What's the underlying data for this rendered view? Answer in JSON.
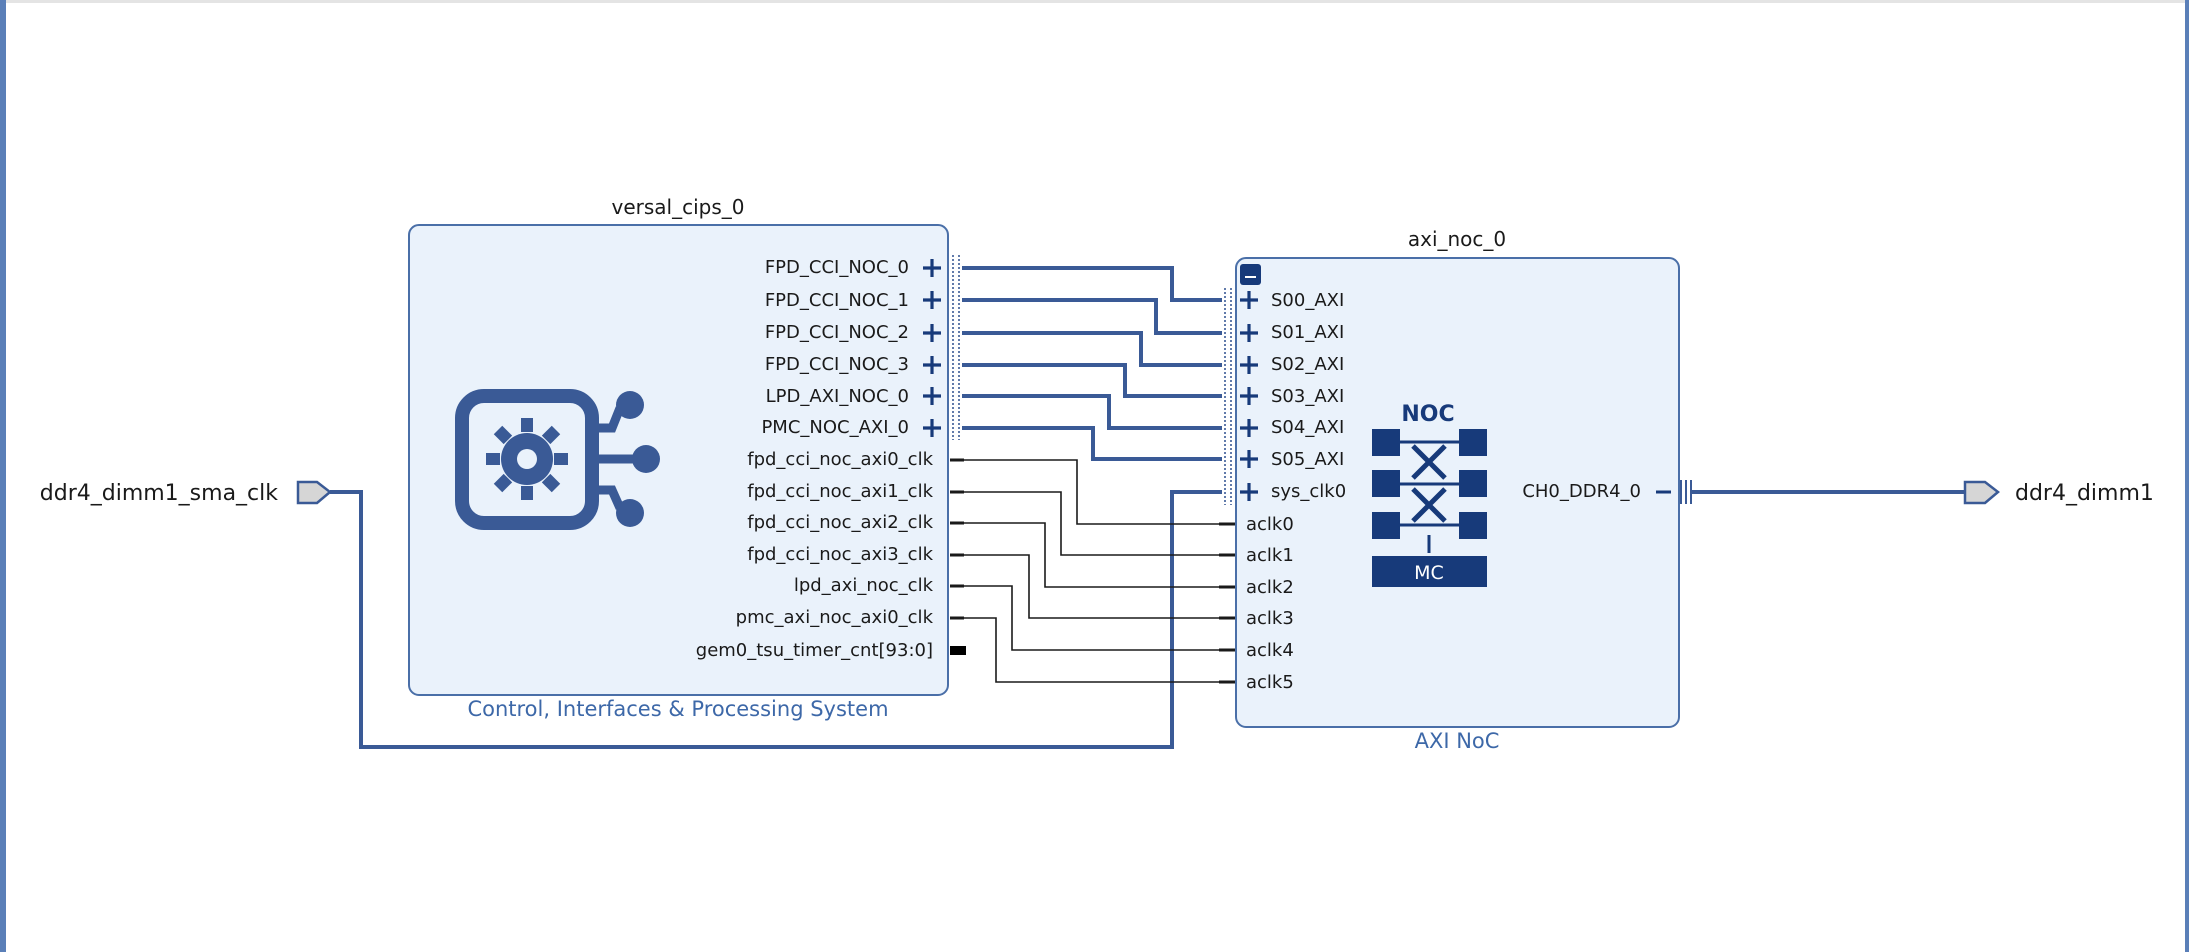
{
  "cips": {
    "instance_name": "versal_cips_0",
    "subtitle": "Control, Interfaces & Processing System",
    "icon": "gear-chip-icon",
    "bus_ports": [
      "FPD_CCI_NOC_0",
      "FPD_CCI_NOC_1",
      "FPD_CCI_NOC_2",
      "FPD_CCI_NOC_3",
      "LPD_AXI_NOC_0",
      "PMC_NOC_AXI_0"
    ],
    "clk_ports": [
      "fpd_cci_noc_axi0_clk",
      "fpd_cci_noc_axi1_clk",
      "fpd_cci_noc_axi2_clk",
      "fpd_cci_noc_axi3_clk",
      "lpd_axi_noc_clk",
      "pmc_axi_noc_axi0_clk",
      "gem0_tsu_timer_cnt[93:0]"
    ]
  },
  "noc": {
    "instance_name": "axi_noc_0",
    "subtitle": "AXI NoC",
    "icon": "noc-icon",
    "icon_title": "NOC",
    "icon_mc": "MC",
    "axi_ports": [
      "S00_AXI",
      "S01_AXI",
      "S02_AXI",
      "S03_AXI",
      "S04_AXI",
      "S05_AXI",
      "sys_clk0"
    ],
    "aclk_ports": [
      "aclk0",
      "aclk1",
      "aclk2",
      "aclk3",
      "aclk4",
      "aclk5"
    ],
    "output_port": "CH0_DDR4_0"
  },
  "external_ports": {
    "input": "ddr4_dimm1_sma_clk",
    "output": "ddr4_dimm1"
  },
  "colors": {
    "block_fill": "#eaf2fb",
    "block_border": "#4a6fa8",
    "bus": "#3a5a96",
    "accent_text": "#3d68a8",
    "icon_navy": "#173a7a"
  }
}
